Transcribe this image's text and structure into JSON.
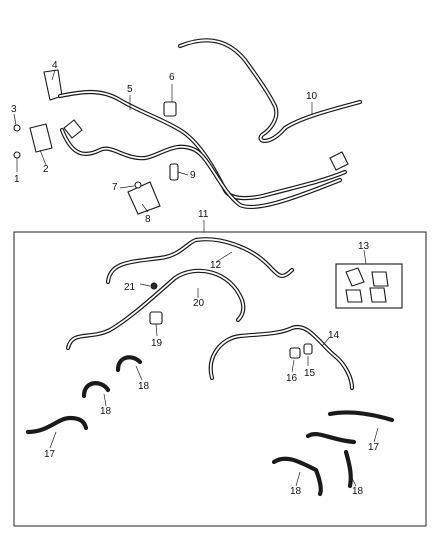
{
  "callouts": [
    "1",
    "2",
    "3",
    "4",
    "5",
    "6",
    "7",
    "8",
    "9",
    "10",
    "11",
    "12",
    "13",
    "14",
    "15",
    "16",
    "17",
    "18",
    "19",
    "20",
    "21"
  ],
  "colors": {
    "line": "#1a1a1a",
    "background": "#ffffff"
  }
}
